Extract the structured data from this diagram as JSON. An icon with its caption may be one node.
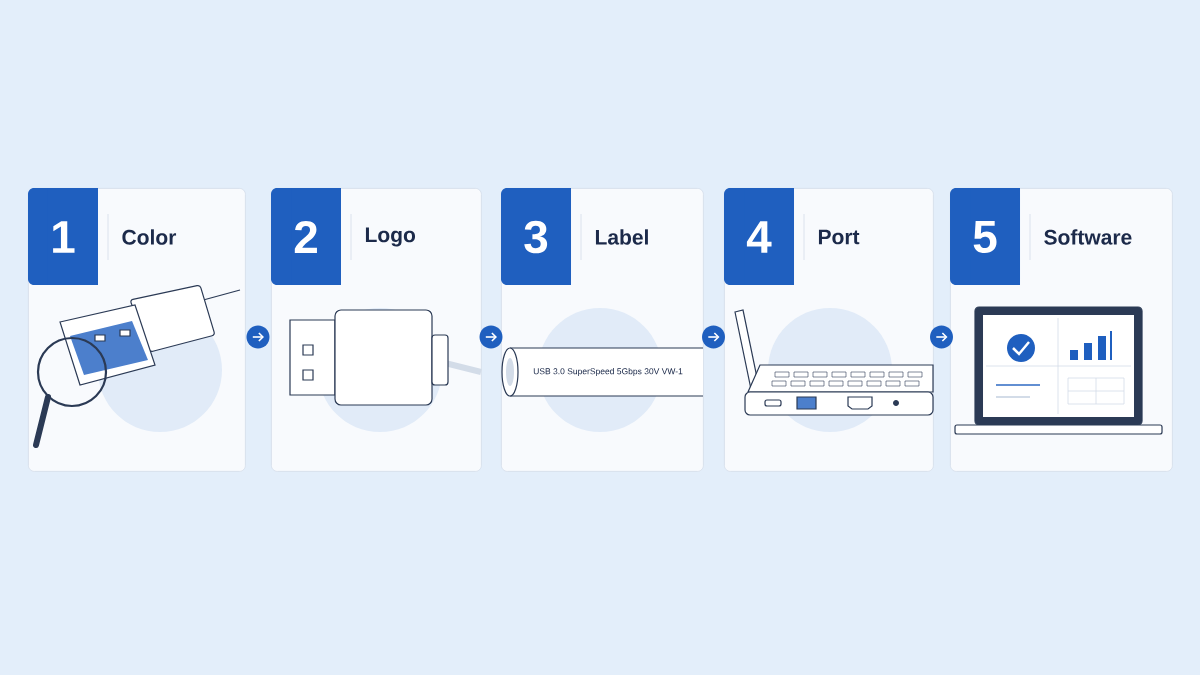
{
  "diagram": {
    "nodes": [
      {
        "text": [
          "1",
          "Color"
        ]
      },
      {
        "text": [
          "2",
          "Logo"
        ]
      },
      {
        "text": [
          "3",
          "Label"
        ]
      },
      {
        "text": [
          "4",
          "Port"
        ]
      },
      {
        "text": [
          "5",
          "Software"
        ]
      }
    ],
    "edges": [
      {
        "from": 0,
        "to": 1,
        "arrow": "to"
      },
      {
        "from": 1,
        "to": 2,
        "arrow": "to"
      },
      {
        "from": 2,
        "to": 3,
        "arrow": "to"
      },
      {
        "from": 3,
        "to": 4,
        "arrow": "to"
      }
    ],
    "labels": [
      "USB 3.0 SuperSpeed 5Gbps 30V VW-1"
    ]
  }
}
